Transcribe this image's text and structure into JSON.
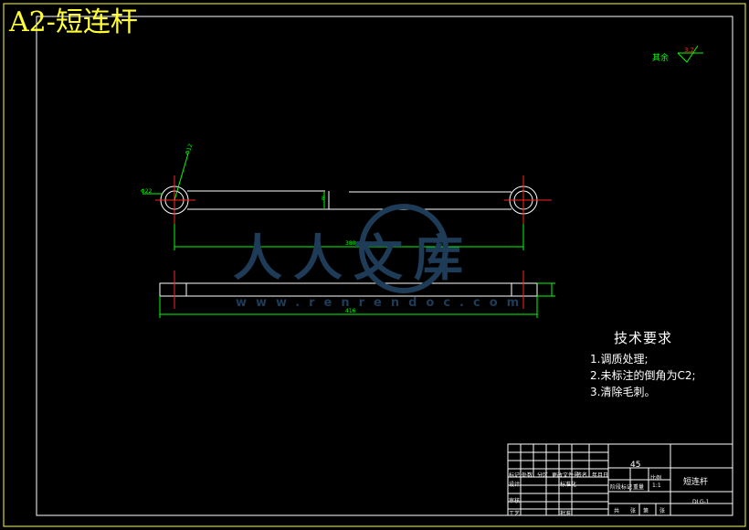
{
  "drawing": {
    "title": "A2-短连杆",
    "watermark": {
      "brand": "人人文库",
      "url": "www.renrendoc.com"
    },
    "roughness": {
      "label": "其余",
      "value": "3.2"
    },
    "dimensions": {
      "hole_dia": "Φ12",
      "hole_dia2": "Φ22",
      "thickness": "8",
      "center_distance": "380",
      "overall_length": "416"
    },
    "tech_requirements": {
      "heading": "技术要求",
      "items": [
        "1.调质处理;",
        "2.未标注的倒角为C2;",
        "3.清除毛刺。"
      ]
    },
    "title_block": {
      "material": "45",
      "part_name": "短连杆",
      "scale": "1:1",
      "drawing_no": "DLG-1",
      "cells": [
        "标记",
        "处数",
        "分区",
        "更改文件号",
        "签名",
        "年月日",
        "设计",
        "标准化",
        "审核",
        "工艺",
        "批准",
        "阶段标记",
        "重量",
        "比例",
        "共",
        "张",
        "第",
        "张"
      ]
    },
    "colors": {
      "frame": "#ffff33",
      "part": "#ffffff",
      "center": "#ff2222",
      "dimension": "#00ff00"
    }
  }
}
